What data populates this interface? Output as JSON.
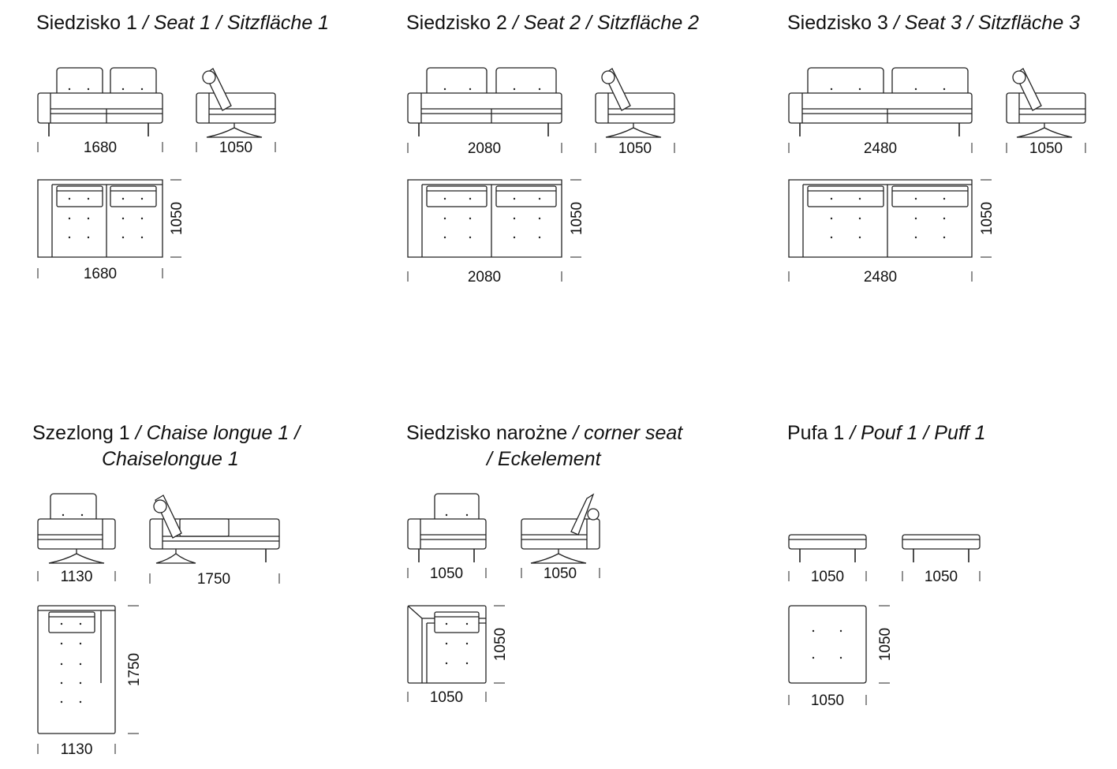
{
  "modules": [
    {
      "title": "Siedzisko 1",
      "title_en": "Seat 1",
      "title_de": "Sitzfläche 1",
      "front_width": "1680",
      "side_width": "1050",
      "plan_width": "1680",
      "plan_depth": "1050"
    },
    {
      "title": "Siedzisko 2",
      "title_en": "Seat 2",
      "title_de": "Sitzfläche 2",
      "front_width": "2080",
      "side_width": "1050",
      "plan_width": "2080",
      "plan_depth": "1050"
    },
    {
      "title": "Siedzisko 3",
      "title_en": "Seat 3",
      "title_de": "Sitzfläche 3",
      "front_width": "2480",
      "side_width": "1050",
      "plan_width": "2480",
      "plan_depth": "1050"
    },
    {
      "title": "Szezlong 1",
      "title_en": "Chaise longue 1",
      "title_de": "Chaiselongue 1",
      "front_width": "1130",
      "side_width": "1750",
      "plan_width": "1130",
      "plan_depth": "1750"
    },
    {
      "title": "Siedzisko narożne",
      "title_en": "corner seat",
      "title_de": "Eckelement",
      "front_width": "1050",
      "side_width": "1050",
      "plan_width": "1050",
      "plan_depth": "1050"
    },
    {
      "title": "Pufa 1",
      "title_en": "Pouf 1",
      "title_de": "Puff 1",
      "front_width": "1050",
      "side_width": "1050",
      "plan_width": "1050",
      "plan_depth": "1050"
    }
  ]
}
